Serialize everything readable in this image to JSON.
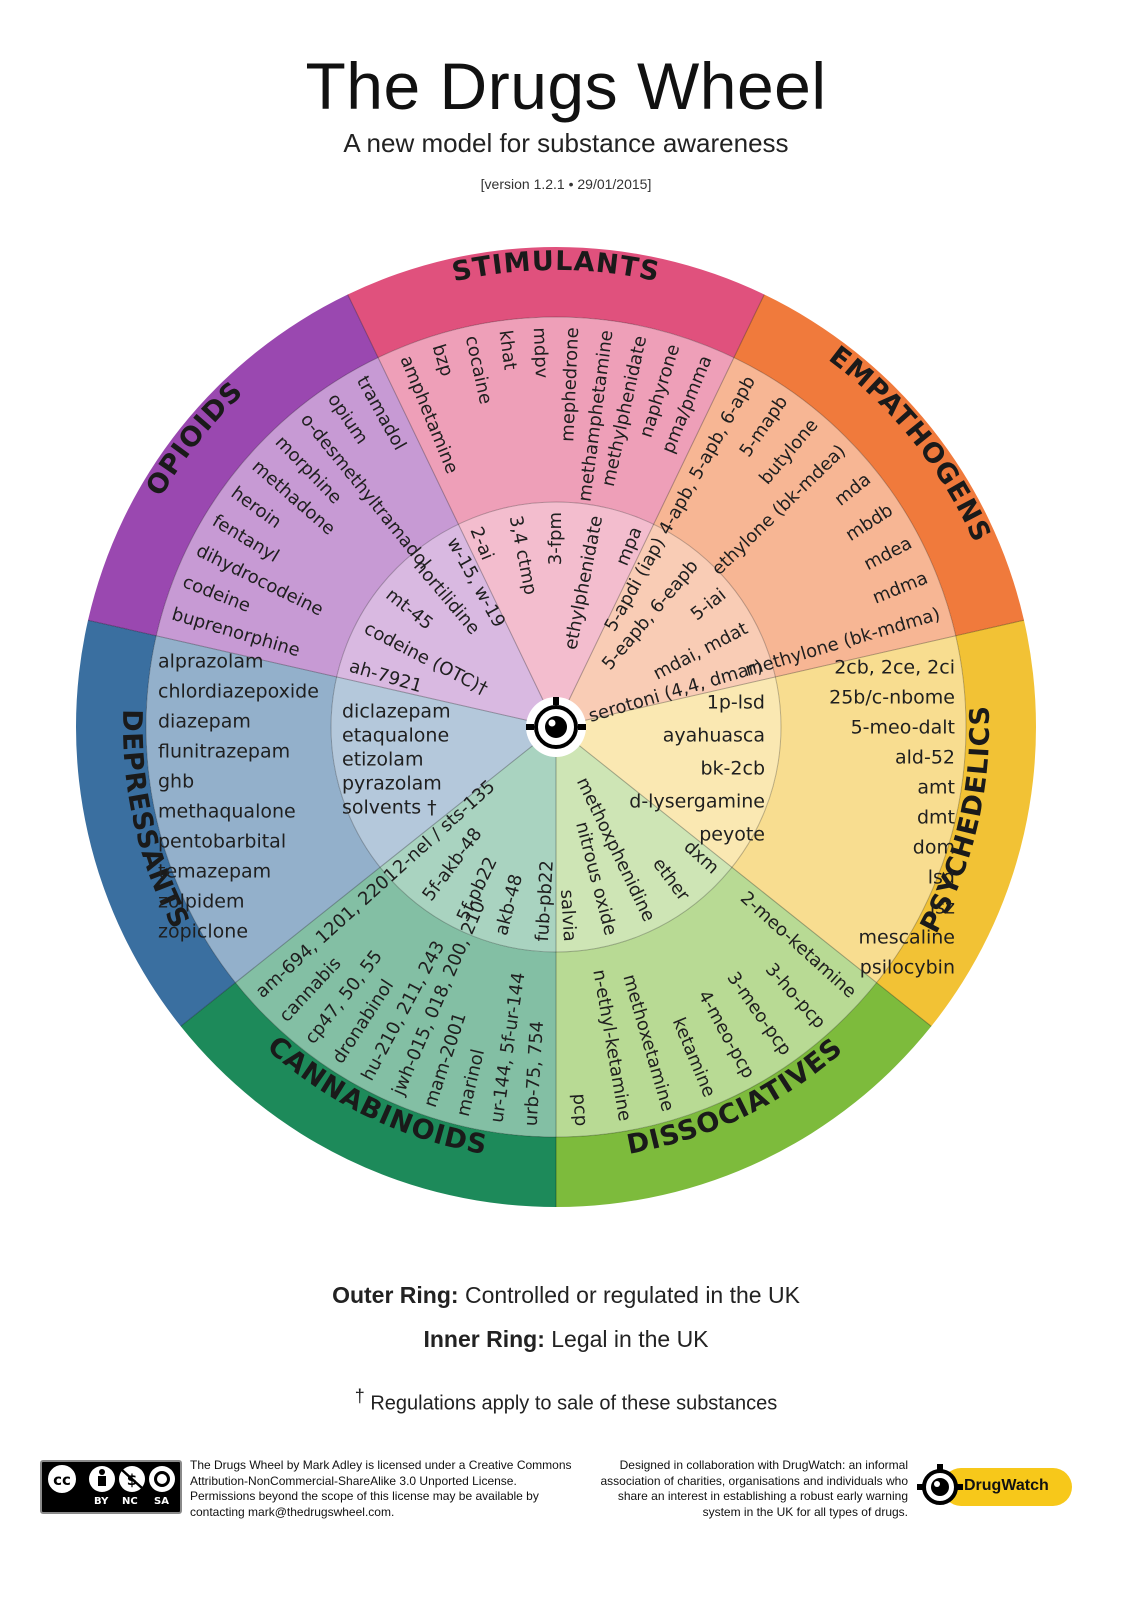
{
  "header": {
    "title": "The Drugs Wheel",
    "subtitle": "A new model for substance awareness",
    "version": "[version 1.2.1 • 29/01/2015]"
  },
  "colors": {
    "stimulants": "#e0517d",
    "empathogens": "#f07a3c",
    "psychedelics": "#f2c235",
    "dissociatives": "#7dbb3c",
    "cannabinoids": "#1d8a5a",
    "depressants": "#3a6fa0",
    "opioids": "#9a48b0",
    "divider": "#ffffff"
  },
  "wheel": {
    "categories": [
      {
        "name": "STIMULANTS",
        "center_deg": 0,
        "outer": [
          "amphetamine",
          "bzp",
          "cocaine",
          "khat",
          "mdpv",
          "mephedrone",
          "methamphetamine",
          "methylphenidate",
          "naphyrone",
          "pma/pmma"
        ],
        "inner": [
          "2-ai",
          "3,4 ctmp",
          "3-fpm",
          "ethylphenidate",
          "mpa"
        ]
      },
      {
        "name": "EMPATHOGENS",
        "center_deg": 51.43,
        "outer": [
          "4-apb, 5-apb, 6-apb",
          "5-mapb",
          "butylone",
          "ethylone (bk-mdea)",
          "mda",
          "mbdb",
          "mdea",
          "mdma",
          "methylone (bk-mdma)"
        ],
        "inner": [
          "5-apdi (iap)",
          "5-eapb, 6-eapb",
          "5-iai",
          "mdai, mdat",
          "serotoni (4,4, dmar)"
        ]
      },
      {
        "name": "PSYCHEDELICS",
        "center_deg": 102.86,
        "outer": [
          "2cb, 2ce, 2ci",
          "25b/c-nbome",
          "5-meo-dalt",
          "ald-52",
          "amt",
          "dmt",
          "dom",
          "lsd",
          "lsz",
          "mescaline",
          "psilocybin"
        ],
        "inner": [
          "1p-lsd",
          "ayahuasca",
          "bk-2cb",
          "d-lysergamine",
          "peyote"
        ]
      },
      {
        "name": "DISSOCIATIVES",
        "center_deg": 154.29,
        "outer": [
          "2-meo-ketamine",
          "3-ho-pcp",
          "3-meo-pcp",
          "4-meo-pcp",
          "ketamine",
          "methoxetamine",
          "n-ethyl-ketamine",
          "pcp"
        ],
        "inner": [
          "dxm",
          "ether",
          "methoxphenidine",
          "nitrous oxide",
          "salvia"
        ]
      },
      {
        "name": "CANNABINOIDS",
        "center_deg": 205.71,
        "outer": [
          "urb-75, 754",
          "ur-144, 5f-ur-144",
          "marinol",
          "mam-2001",
          "jwh-015, 018, 200, 210",
          "hu-210, 211, 243",
          "dronabinol",
          "cp47, 50, 55",
          "cannabis",
          "am-694, 1201, 2201"
        ],
        "inner": [
          "fub-pb22",
          "akb-48",
          "5f-pb22",
          "5f-akb-48",
          "2-nel / sts-135"
        ]
      },
      {
        "name": "DEPRESSANTS",
        "center_deg": 257.14,
        "outer": [
          "alprazolam",
          "chlordiazepoxide",
          "diazepam",
          "flunitrazepam",
          "ghb",
          "methaqualone",
          "pentobarbital",
          "temazepam",
          "zolpidem",
          "zopiclone"
        ],
        "inner": [
          "diclazepam",
          "etaqualone",
          "etizolam",
          "pyrazolam",
          "solvents †"
        ]
      },
      {
        "name": "OPIOIDS",
        "center_deg": 308.57,
        "outer": [
          "buprenorphine",
          "codeine",
          "dihydrocodeine",
          "fentanyl",
          "heroin",
          "methadone",
          "morphine",
          "o-desmethyltramadol",
          "opium",
          "tramadol"
        ],
        "inner": [
          "ah-7921",
          "codeine (OTC)†",
          "mt-45",
          "nortilidine",
          "w-15, w-19"
        ]
      }
    ]
  },
  "legend": {
    "outer_key": "Outer Ring:",
    "outer_text": "Controlled or regulated in the UK",
    "inner_key": "Inner Ring:",
    "inner_text": "Legal in the UK",
    "dagger": "†",
    "note": "Regulations apply to sale of these substances"
  },
  "footer": {
    "cc_labels": [
      "BY",
      "NC",
      "SA"
    ],
    "license_text": "The Drugs Wheel by Mark Adley is licensed under a Creative Commons Attribution-NonCommercial-ShareAlike 3.0 Unported License. Permissions beyond the scope of this license may be available by contacting mark@thedrugswheel.com.",
    "collab_text": "Designed in collaboration with DrugWatch: an informal association of charities, organisations and individuals who share an interest in establishing a robust early warning system in the UK for all types of drugs.",
    "logo_text": "DrugWatch"
  }
}
